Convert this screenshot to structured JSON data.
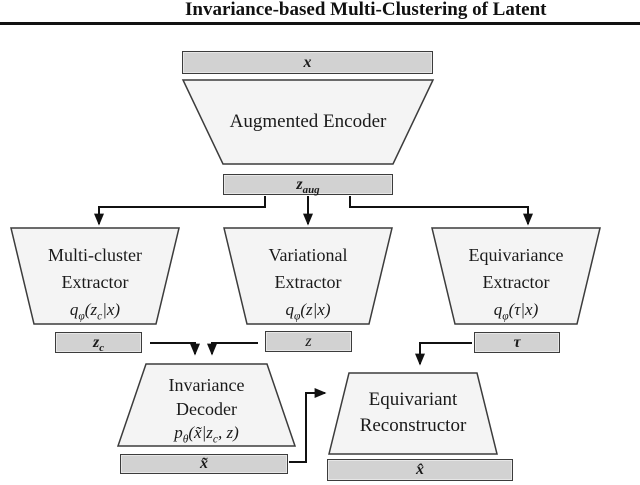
{
  "header": {
    "title": "Invariance-based Multi-Clustering of Latent"
  },
  "colors": {
    "box_fill": "#d2d2d2",
    "trapezoid_fill": "#f4f4f4",
    "border": "#3c3c3c",
    "arrow": "#111111",
    "rule": "#111111"
  },
  "diagram": {
    "boxes": {
      "x": "x",
      "z_aug": "z_{aug}",
      "z_c": "z_{c}",
      "z": "z",
      "tau": "τ",
      "x_tilde": "x̃",
      "x_hat": "x̂"
    },
    "nodes": {
      "encoder": {
        "label": "Augmented Encoder"
      },
      "multi_cluster_extractor": {
        "line1": "Multi-cluster",
        "line2": "Extractor",
        "formula": "q_{φ}(z_{c}|x)"
      },
      "variational_extractor": {
        "line1": "Variational",
        "line2": "Extractor",
        "formula": "q_{φ}(z|x)"
      },
      "equivariance_extractor": {
        "line1": "Equivariance",
        "line2": "Extractor",
        "formula": "q_{φ}(τ|x)"
      },
      "invariance_decoder": {
        "line1": "Invariance",
        "line2": "Decoder",
        "formula": "p_{θ}(x̃|z_{c}, z)"
      },
      "equivariant_reconstructor": {
        "line1": "Equivariant",
        "line2": "Reconstructor"
      }
    }
  }
}
